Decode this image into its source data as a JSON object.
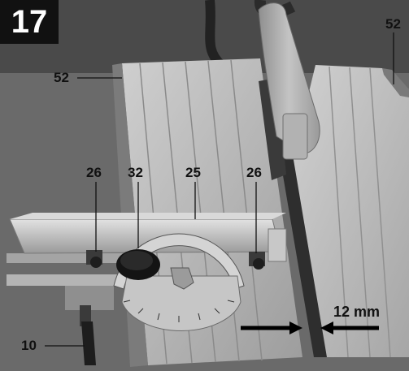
{
  "figure": {
    "number": "17"
  },
  "callouts": {
    "c52_left": "52",
    "c52_right": "52",
    "c26_left": "26",
    "c32": "32",
    "c25": "25",
    "c26_right": "26",
    "c10": "10"
  },
  "measurement": {
    "label": "12 mm"
  },
  "colors": {
    "table_metal": "#bdbdbd",
    "shadow": "#5a5a5a",
    "blade_guard": "#a8a8a8",
    "hose": "#2a2a2a",
    "text": "#111111",
    "label_box": "#111111"
  }
}
